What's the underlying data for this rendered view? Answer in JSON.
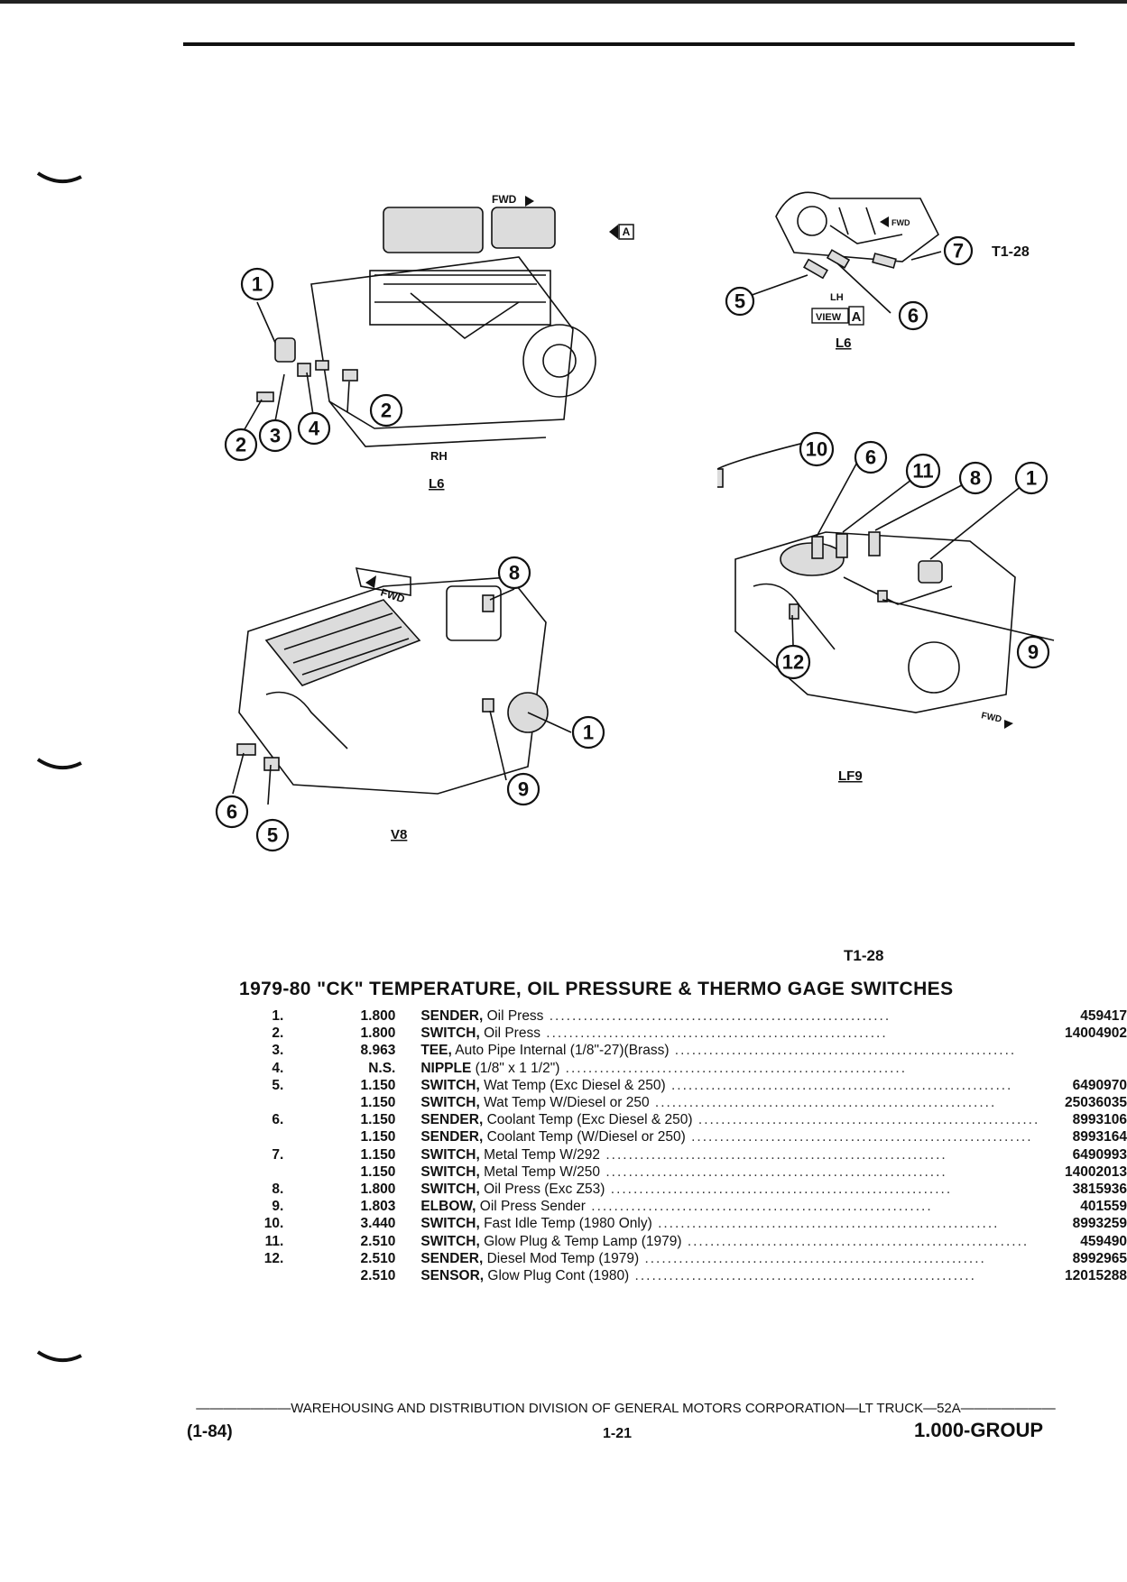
{
  "figures": {
    "ref_top": "T1-28",
    "l6_rh": {
      "side": "RH",
      "engine": "L6",
      "fwd": "FWD",
      "view_marker": "A",
      "callouts": [
        "1",
        "2",
        "3",
        "4",
        "2"
      ]
    },
    "l6_lh": {
      "side": "LH",
      "view": "VIEW",
      "view_letter": "A",
      "engine": "L6",
      "fwd": "FWD",
      "callouts": [
        "5",
        "6",
        "7"
      ]
    },
    "v8": {
      "engine": "V8",
      "fwd": "FWD",
      "callouts": [
        "8",
        "1",
        "9",
        "6",
        "5"
      ]
    },
    "lf9": {
      "engine": "LF9",
      "fwd": "FWD",
      "callouts": [
        "10",
        "6",
        "11",
        "8",
        "1",
        "9",
        "12"
      ]
    }
  },
  "table_ref": "T1-28",
  "title": "1979-80 \"CK\" TEMPERATURE, OIL PRESSURE & THERMO GAGE SWITCHES",
  "parts": [
    {
      "no": "1.",
      "group": "1.800",
      "name": "SENDER,",
      "desc": "Oil Press",
      "part": "459417"
    },
    {
      "no": "2.",
      "group": "1.800",
      "name": "SWITCH,",
      "desc": "Oil Press",
      "part": "14004902"
    },
    {
      "no": "3.",
      "group": "8.963",
      "name": "TEE,",
      "desc": "Auto Pipe Internal (1/8\"-27)(Brass)",
      "part": ""
    },
    {
      "no": "4.",
      "group": "N.S.",
      "name": "NIPPLE",
      "desc": "(1/8\" x 1 1/2\")",
      "part": ""
    },
    {
      "no": "5.",
      "group": "1.150",
      "name": "SWITCH,",
      "desc": "Wat Temp (Exc Diesel & 250)",
      "part": "6490970"
    },
    {
      "no": "",
      "group": "1.150",
      "name": "SWITCH,",
      "desc": "Wat Temp W/Diesel or 250",
      "part": "25036035"
    },
    {
      "no": "6.",
      "group": "1.150",
      "name": "SENDER,",
      "desc": "Coolant Temp (Exc Diesel & 250)",
      "part": "8993106"
    },
    {
      "no": "",
      "group": "1.150",
      "name": "SENDER,",
      "desc": "Coolant Temp (W/Diesel or 250)",
      "part": "8993164"
    },
    {
      "no": "7.",
      "group": "1.150",
      "name": "SWITCH,",
      "desc": "Metal Temp W/292",
      "part": "6490993"
    },
    {
      "no": "",
      "group": "1.150",
      "name": "SWITCH,",
      "desc": "Metal Temp W/250",
      "part": "14002013"
    },
    {
      "no": "8.",
      "group": "1.800",
      "name": "SWITCH,",
      "desc": "Oil Press (Exc Z53)",
      "part": "3815936"
    },
    {
      "no": "9.",
      "group": "1.803",
      "name": "ELBOW,",
      "desc": "Oil Press Sender",
      "part": "401559"
    },
    {
      "no": "10.",
      "group": "3.440",
      "name": "SWITCH,",
      "desc": "Fast Idle Temp (1980 Only)",
      "part": "8993259"
    },
    {
      "no": "11.",
      "group": "2.510",
      "name": "SWITCH,",
      "desc": "Glow Plug & Temp Lamp (1979)",
      "part": "459490"
    },
    {
      "no": "12.",
      "group": "2.510",
      "name": "SENDER,",
      "desc": "Diesel Mod Temp (1979)",
      "part": "8992965"
    },
    {
      "no": "",
      "group": "2.510",
      "name": "SENSOR,",
      "desc": "Glow Plug Cont (1980)",
      "part": "12015288"
    }
  ],
  "footer": {
    "line": "WAREHOUSING AND DISTRIBUTION DIVISION OF GENERAL MOTORS CORPORATION—LT TRUCK—52A",
    "date": "(1-84)",
    "page": "1-21",
    "group": "1.000-GROUP"
  }
}
